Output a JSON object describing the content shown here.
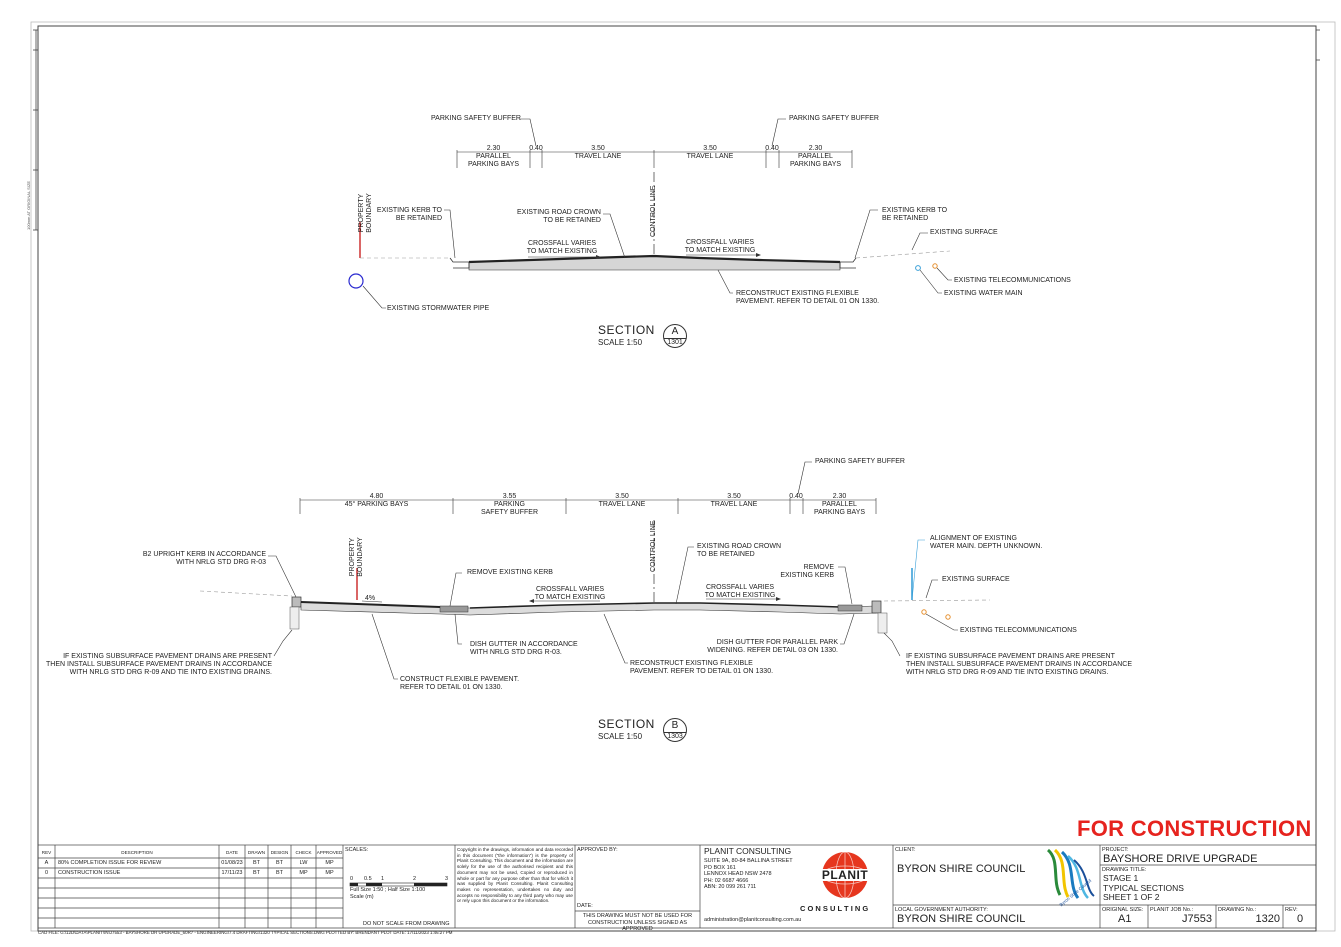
{
  "border_note": "100mm AT ORIGINAL SIZE",
  "section_a": {
    "title": "SECTION",
    "scale": "SCALE  1:50",
    "bubble_letter": "A",
    "bubble_ref": "1301",
    "dims": [
      {
        "value": "2.30",
        "label": "PARALLEL\nPARKING BAYS"
      },
      {
        "value": "0.40",
        "label": ""
      },
      {
        "value": "3.50",
        "label": "TRAVEL LANE"
      },
      {
        "value": "3.50",
        "label": "TRAVEL LANE"
      },
      {
        "value": "0.40",
        "label": ""
      },
      {
        "value": "2.30",
        "label": "PARALLEL\nPARKING BAYS"
      }
    ],
    "labels": {
      "psb_left": "PARKING SAFETY BUFFER",
      "psb_right": "PARKING SAFETY BUFFER",
      "property_boundary": "PROPERTY\nBOUNDARY",
      "control_line": "CONTROL LINE",
      "kerb_left": "EXISTING KERB TO\nBE RETAINED",
      "road_crown": "EXISTING ROAD CROWN\nTO BE RETAINED",
      "kerb_right": "EXISTING KERB TO\nBE RETAINED",
      "existing_surface": "EXISTING SURFACE",
      "crossfall_left": "CROSSFALL VARIES\nTO MATCH EXISTING",
      "crossfall_right": "CROSSFALL VARIES\nTO MATCH EXISTING",
      "telecom": "EXISTING TELECOMMUNICATIONS",
      "water_main": "EXISTING WATER MAIN",
      "stormwater": "EXISTING STORMWATER PIPE",
      "reconstruct": "RECONSTRUCT EXISTING FLEXIBLE\nPAVEMENT. REFER TO DETAIL 01 ON 1330."
    }
  },
  "section_b": {
    "title": "SECTION",
    "scale": "SCALE  1:50",
    "bubble_letter": "B",
    "bubble_ref": "1303",
    "dims": [
      {
        "value": "4.80",
        "label": "45° PARKING BAYS"
      },
      {
        "value": "3.55",
        "label": "PARKING\nSAFETY BUFFER"
      },
      {
        "value": "3.50",
        "label": "TRAVEL LANE"
      },
      {
        "value": "3.50",
        "label": "TRAVEL LANE"
      },
      {
        "value": "0.40",
        "label": ""
      },
      {
        "value": "2.30",
        "label": "PARALLEL\nPARKING BAYS"
      }
    ],
    "labels": {
      "psb_right": "PARKING SAFETY BUFFER",
      "property_boundary": "PROPERTY\nBOUNDARY",
      "control_line": "CONTROL LINE",
      "b2_kerb": "B2 UPRIGHT KERB IN ACCORDANCE\nWITH NRLG STD DRG R-03",
      "remove_kerb_left": "REMOVE EXISTING KERB",
      "road_crown": "EXISTING ROAD CROWN\nTO BE RETAINED",
      "remove_kerb_right": "REMOVE\nEXISTING KERB",
      "water_alignment": "ALIGNMENT OF EXISTING\nWATER MAIN. DEPTH UNKNOWN.",
      "existing_surface": "EXISTING SURFACE",
      "telecom": "EXISTING TELECOMMUNICATIONS",
      "slope": "4%",
      "crossfall_left": "CROSSFALL VARIES\nTO MATCH EXISTING",
      "crossfall_right": "CROSSFALL VARIES\nTO MATCH EXISTING",
      "dish_gutter_left": "DISH GUTTER IN ACCORDANCE\nWITH NRLG STD DRG R-03.",
      "dish_gutter_right": "DISH GUTTER FOR PARALLEL PARK\nWIDENING. REFER DETAIL 03 ON 1330.",
      "subsurface_left": "IF EXISTING SUBSURFACE PAVEMENT DRAINS ARE PRESENT\nTHEN INSTALL SUBSURFACE PAVEMENT DRAINS IN ACCORDANCE\nWITH NRLG STD DRG R-09 AND TIE INTO EXISTING DRAINS.",
      "subsurface_right": "IF EXISTING SUBSURFACE PAVEMENT DRAINS ARE PRESENT\nTHEN INSTALL SUBSURFACE PAVEMENT DRAINS IN ACCORDANCE\nWITH NRLG STD DRG R-09 AND TIE INTO EXISTING DRAINS.",
      "construct_flexible": "CONSTRUCT FLEXIBLE PAVEMENT.\nREFER TO DETAIL 01 ON 1330.",
      "reconstruct": "RECONSTRUCT EXISTING FLEXIBLE\nPAVEMENT. REFER TO DETAIL 01 ON 1330."
    }
  },
  "stamp": "FOR CONSTRUCTION",
  "title_block": {
    "rev_headers": [
      "REV",
      "DESCRIPTION",
      "DATE",
      "DRAWN",
      "DESIGN",
      "CHECK",
      "APPROVED"
    ],
    "revisions": [
      [
        "A",
        "80% COMPLETION ISSUE FOR REVIEW",
        "01/08/23",
        "BT",
        "BT",
        "LW",
        "MP"
      ],
      [
        "0",
        "CONSTRUCTION ISSUE",
        "17/11/23",
        "BT",
        "BT",
        "MP",
        "MP"
      ]
    ],
    "scales_label": "SCALES:",
    "scale_ticks": [
      "0",
      "0.5",
      "1",
      "2",
      "3"
    ],
    "scale_note": "Full Size 1:50 ; Half Size 1:100\nScale (m)",
    "do_not_scale": "DO NOT SCALE FROM DRAWING",
    "copyright": "Copyright in the drawings, information and data recorded in this document (\"the information\") is the property of Planit Consulting. This document and the information are solely for the use of the authorised recipient and this document may not be used, Copied or reproduced in whole or part for any purpose other than that for which it was supplied by Planit Consulting. Planit Consulting makes no representation, undertakes no duty and accepts no responsibility to any third party who may use or rely upon this document or the information.",
    "approved_by": "APPROVED BY:",
    "date_label": "DATE:",
    "not_for_construction": "THIS DRAWING MUST NOT BE USED FOR\nCONSTRUCTION UNLESS SIGNED AS APPROVED",
    "company": "PLANIT CONSULTING",
    "address": "SUITE 9A, 80-84 BALLINA STREET\nPO BOX 161\nLENNOX HEAD NSW 2478\nPH: 02 6687 4666\nABN: 20 099 261 711",
    "email": "administration@planitconsulting.com.au",
    "logo_text": "PLANIT",
    "consulting_spaced": "C O N S U L T I N G",
    "client_label": "CLIENT:",
    "client": "BYRON SHIRE COUNCIL",
    "lga_label": "LOCAL GOVERNMENT AUTHORITY:",
    "lga": "BYRON SHIRE COUNCIL",
    "council_logo_text": "Byron Shire Council",
    "project_label": "PROJECT:",
    "project": "BAYSHORE DRIVE UPGRADE",
    "drawing_title_label": "DRAWING TITLE:",
    "drawing_title": "STAGE 1\nTYPICAL SECTIONS\nSHEET 1 OF 2",
    "original_size_label": "ORIGINAL SIZE:",
    "original_size": "A1",
    "job_label": "PLANIT JOB No.:",
    "job": "J7553",
    "drawing_no_label": "DRAWING No.:",
    "drawing_no": "1320",
    "rev_label": "REV:",
    "rev": "0",
    "cad_file": "CAD FILE: G:\\12D\\DATA\\PLANIT\\IN\\J7553 - BAYSHORE DR UPGRADE_60R7 - ENGINEERING\\7.4 DRAFTING\\1320 TYPICAL SECTIONS.DWG PLOTTED BY: BRENDANT   PLOT DATE: 17/11/2023 1:46:27 PM"
  },
  "colors": {
    "stamp": "#e6231e",
    "water": "#3aa0d8",
    "telecom": "#e69030",
    "stormwater": "#2a2ad0",
    "boundary": "#c00000"
  }
}
